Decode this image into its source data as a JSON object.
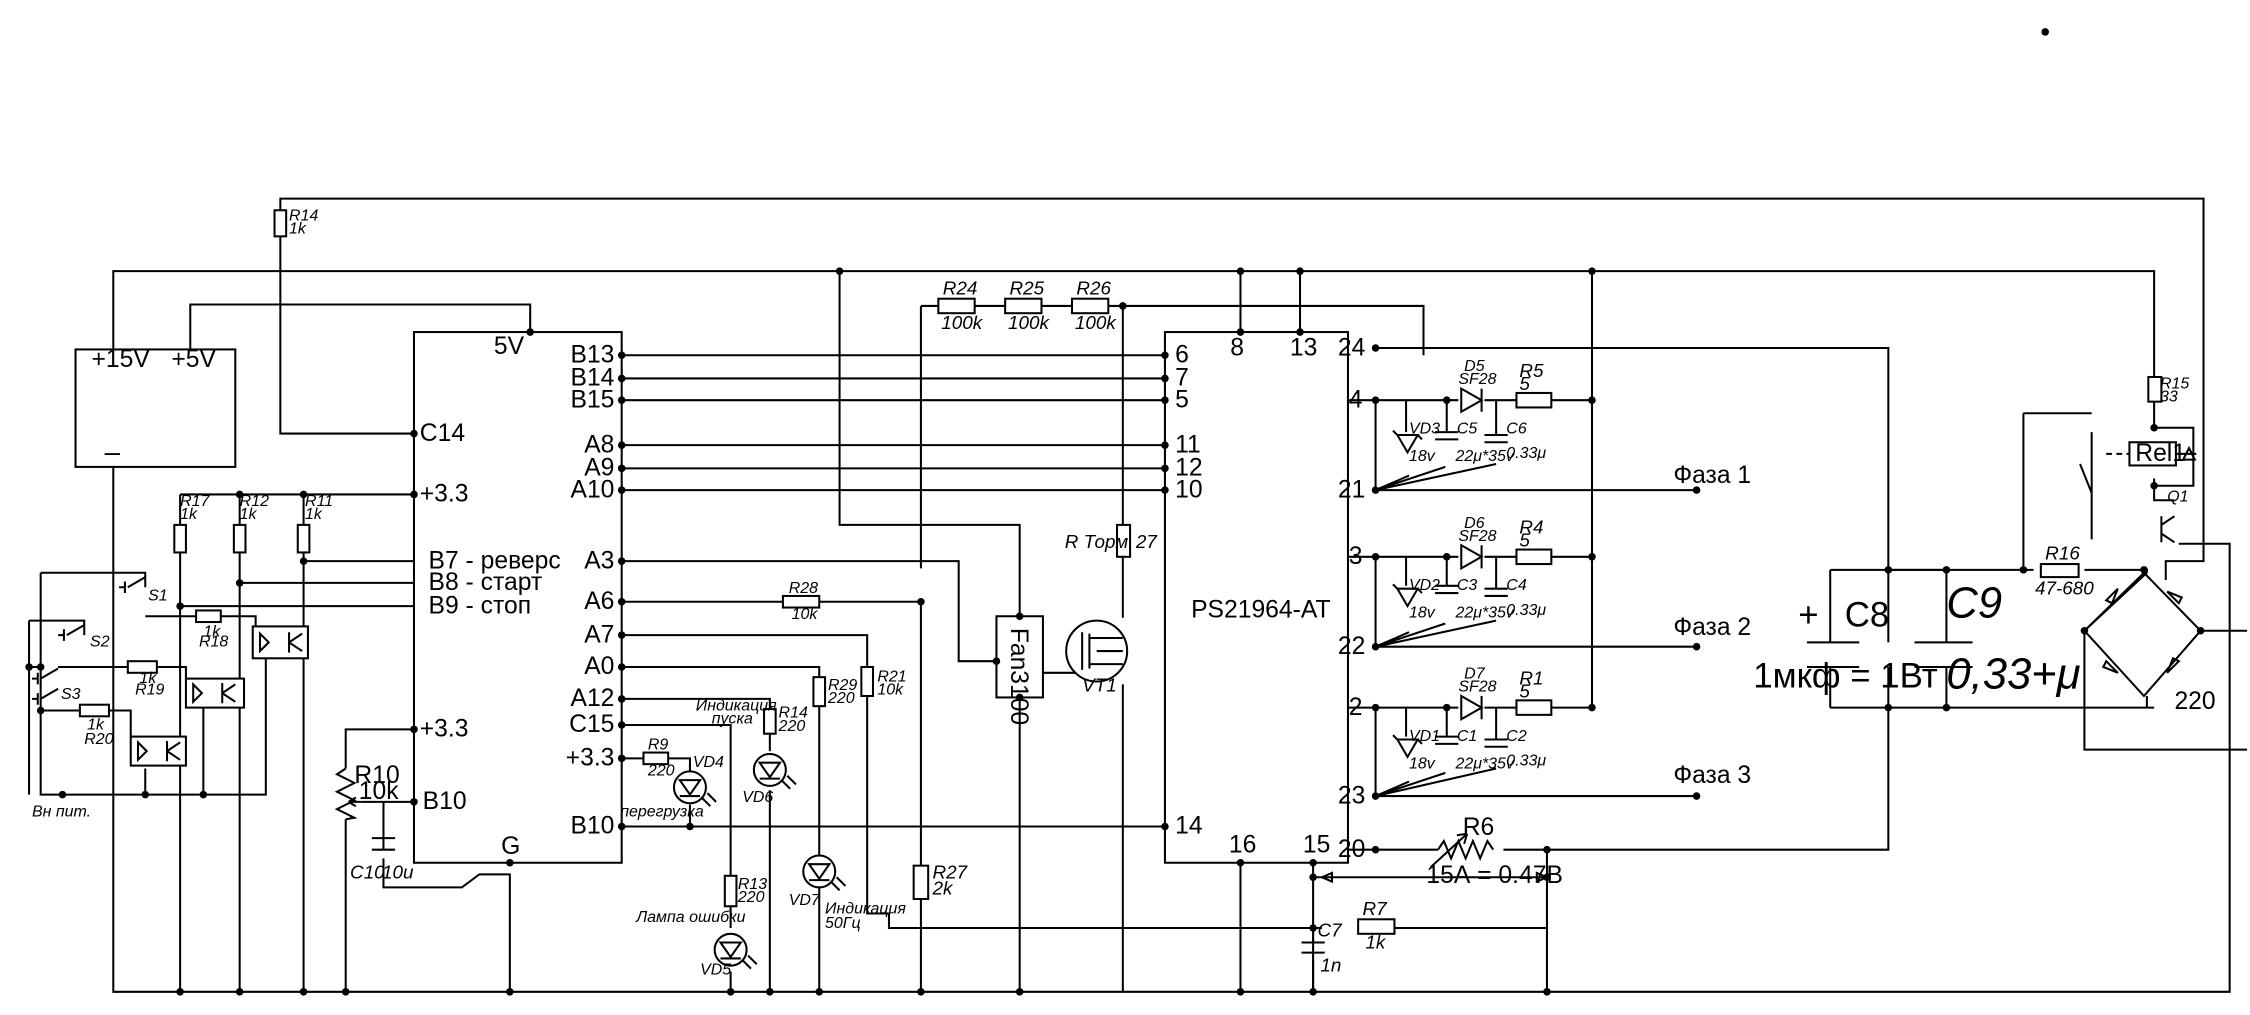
{
  "power": {
    "p15": "+15V",
    "p5": "+5V",
    "minus": "–"
  },
  "mcu": {
    "top": "5V",
    "c14": "C14",
    "v33a": "+3.3",
    "b7": "B7 - реверс",
    "b8": "B8 - старт",
    "b9": "B9 - стоп",
    "v33b": "+3.3",
    "b10": "B10",
    "g": "G",
    "b13": "B13",
    "b14": "B14",
    "b15": "B15",
    "a8": "A8",
    "a9": "A9",
    "a10": "A10",
    "a3": "A3",
    "a6": "A6",
    "a7": "A7",
    "a0": "A0",
    "a12": "A12",
    "c15": "C15",
    "v33c": "+3.3",
    "b10r": "B10"
  },
  "ipm": {
    "name": "PS21964-AT",
    "p6": "6",
    "p7": "7",
    "p5": "5",
    "p11": "11",
    "p12": "12",
    "p10": "10",
    "p14": "14",
    "p8": "8",
    "p13": "13",
    "p24": "24",
    "p4": "4",
    "p21": "21",
    "p3": "3",
    "p22": "22",
    "p2": "2",
    "p23": "23",
    "p20": "20",
    "p16": "16",
    "p15": "15"
  },
  "res": {
    "r14": "R14",
    "r14v": "1k",
    "r17": "R17",
    "r17v": "1k",
    "r12": "R12",
    "r12v": "1k",
    "r11": "R11",
    "r11v": "1k",
    "r18": "R18",
    "r18v": "1k",
    "r19": "R19",
    "r19v": "1k",
    "r20": "R20",
    "r20v": "1k",
    "r10": "R10",
    "r10v": "10k",
    "r24": "R24",
    "r24v": "100k",
    "r25": "R25",
    "r25v": "100k",
    "r26": "R26",
    "r26v": "100k",
    "r28": "R28",
    "r28v": "10k",
    "r29": "R29",
    "r29v": "220",
    "r21": "R21",
    "r21v": "10k",
    "r9": "R9",
    "r9v": "220",
    "r14b": "R14",
    "r14bv": "220",
    "r13": "R13",
    "r13v": "220",
    "r27": "R27",
    "r27v": "2k",
    "rtorm": "R Торм",
    "rtormv": "27",
    "r5": "R5",
    "r5v": "5",
    "r4": "R4",
    "r4v": "5",
    "r1": "R1",
    "r1v": "5",
    "r6": "R6",
    "r7": "R7",
    "r7v": "1k",
    "r15": "R15",
    "r15v": "33",
    "r16": "R16",
    "r16v": "47-680"
  },
  "caps": {
    "c10": "C10",
    "c10v": "10u",
    "c7": "C7",
    "c7v": "1n",
    "c5": "C5",
    "c6": "C6",
    "c3": "C3",
    "c4": "C4",
    "c1": "C1",
    "c2": "C2",
    "cbv": "22μ*35v",
    "csv": "0.33μ",
    "c8": "C8",
    "c9": "C9",
    "c9v": "0,33+μ",
    "big": "1мкф = 1Вт"
  },
  "semis": {
    "d5": "D5",
    "d6": "D6",
    "d7": "D7",
    "dtype": "SF28",
    "vd3": "VD3",
    "vd2": "VD2",
    "vd1": "VD1",
    "zv": "18v",
    "vd4": "VD4",
    "vd5": "VD5",
    "vd6": "VD6",
    "vd7": "VD7",
    "vt1": "VT1",
    "fan": "Fan3100",
    "rel": "Rel1",
    "q1": "Q1",
    "plus": "+"
  },
  "switches": {
    "s1": "S1",
    "s2": "S2",
    "s3": "S3"
  },
  "labels": {
    "vnpit": "Вн пит.",
    "peregr": "перегрузка",
    "ind1": "Индикация",
    "ind2": "пуска",
    "lamp": "Лампа ошибки",
    "ind50a": "Индикация",
    "ind50b": "50Гц",
    "phase1": "Фаза 1",
    "phase2": "Фаза 2",
    "phase3": "Фаза 3",
    "shunt": "15А = 0.47В",
    "ac": "220"
  }
}
